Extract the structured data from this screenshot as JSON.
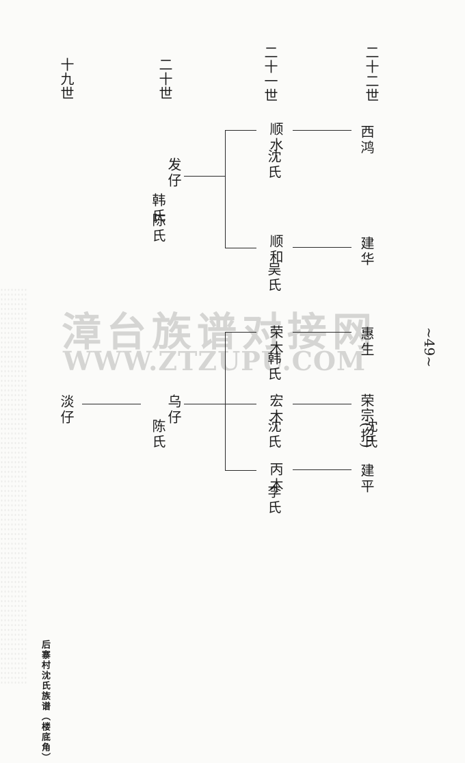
{
  "generations": [
    "十九世",
    "二十世",
    "二十一世",
    "二十二世"
  ],
  "upper_tree": {
    "father": {
      "name": "发仔",
      "wife_main": "韩氏",
      "wife_second": "陈氏"
    },
    "sons": [
      {
        "name": "顺水",
        "wife": "沈氏",
        "child": "西鸿"
      },
      {
        "name": "顺和",
        "wife": "吴氏",
        "child": "建华"
      }
    ]
  },
  "lower_tree": {
    "grandfather": "淡仔",
    "father": {
      "name": "乌仔",
      "wife": "陈氏"
    },
    "sons": [
      {
        "name": "荣木",
        "wife": "韩氏",
        "child": "惠生"
      },
      {
        "name": "宏木",
        "wife": "沈氏",
        "child": "荣宗(招)",
        "child_wife": "沈氏"
      },
      {
        "name": "丙木",
        "wife": "李氏",
        "child": "建平"
      }
    ]
  },
  "watermark": {
    "line1": "漳台族谱对接网",
    "line2": "WWW.ZTZUPU.COM"
  },
  "page_number": "~49~",
  "footer": "后寨村沈氏族谱（楼底角）"
}
